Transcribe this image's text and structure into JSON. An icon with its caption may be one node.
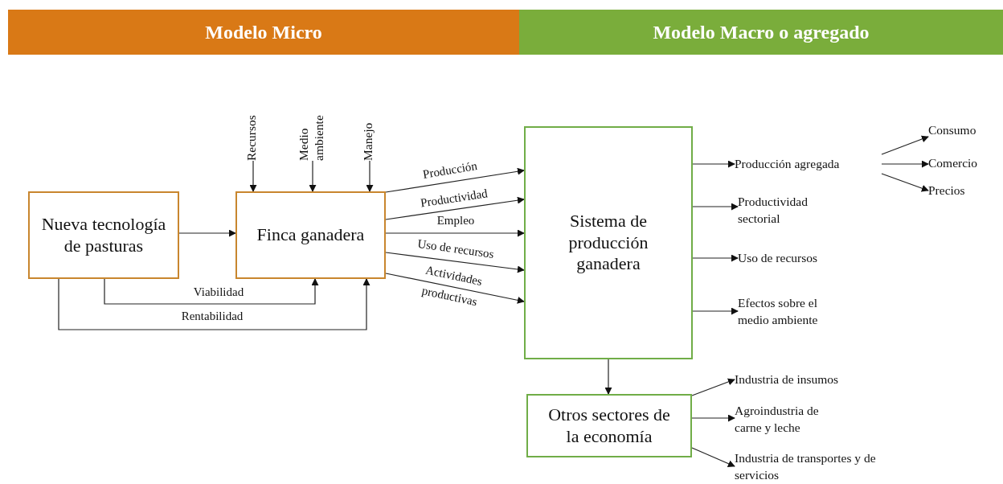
{
  "diagram": {
    "nodes": [
      {
        "text": [
          "Modelo Micro"
        ]
      },
      {
        "text": [
          "Modelo Macro o agregado"
        ]
      },
      {
        "text": [
          "Nueva tecnología de pasturas"
        ]
      },
      {
        "text": [
          "Finca ganadera"
        ]
      },
      {
        "text": [
          "Sistema de producción ganadera"
        ]
      },
      {
        "text": [
          "Otros sectores de la economía"
        ]
      },
      {
        "text": [
          "Recursos"
        ]
      },
      {
        "text": [
          "Medio ambiente"
        ]
      },
      {
        "text": [
          "Manejo"
        ]
      },
      {
        "text": [
          "Producción agregada"
        ]
      },
      {
        "text": [
          "Productividad sectorial"
        ]
      },
      {
        "text": [
          "Uso de recursos"
        ]
      },
      {
        "text": [
          "Efectos sobre el medio ambiente"
        ]
      },
      {
        "text": [
          "Consumo"
        ]
      },
      {
        "text": [
          "Comercio"
        ]
      },
      {
        "text": [
          "Precios"
        ]
      },
      {
        "text": [
          "Industria de insumos"
        ]
      },
      {
        "text": [
          "Agroindustria de carne y leche"
        ]
      },
      {
        "text": [
          "Industria de transportes y de servicios"
        ]
      }
    ],
    "edges": [
      {
        "from": 6,
        "to": 3,
        "arrow": "to"
      },
      {
        "from": 7,
        "to": 3,
        "arrow": "to"
      },
      {
        "from": 8,
        "to": 3,
        "arrow": "to"
      },
      {
        "from": 2,
        "to": 3,
        "arrow": "to"
      },
      {
        "from": 2,
        "to": 3,
        "label": "Viabilidad",
        "arrow": "to"
      },
      {
        "from": 2,
        "to": 3,
        "label": "Rentabilidad",
        "arrow": "to"
      },
      {
        "from": 3,
        "to": 4,
        "label": "Producción",
        "arrow": "to"
      },
      {
        "from": 3,
        "to": 4,
        "label": "Productividad",
        "arrow": "to"
      },
      {
        "from": 3,
        "to": 4,
        "label": "Empleo",
        "arrow": "to"
      },
      {
        "from": 3,
        "to": 4,
        "label": "Uso de recursos",
        "arrow": "to"
      },
      {
        "from": 3,
        "to": 4,
        "label": "Actividades productivas",
        "arrow": "to"
      },
      {
        "from": 4,
        "to": 9,
        "arrow": "to"
      },
      {
        "from": 4,
        "to": 10,
        "arrow": "to"
      },
      {
        "from": 4,
        "to": 11,
        "arrow": "to"
      },
      {
        "from": 4,
        "to": 12,
        "arrow": "to"
      },
      {
        "from": 9,
        "to": 13,
        "arrow": "to"
      },
      {
        "from": 9,
        "to": 14,
        "arrow": "to"
      },
      {
        "from": 9,
        "to": 15,
        "arrow": "to"
      },
      {
        "from": 4,
        "to": 5,
        "arrow": "to"
      },
      {
        "from": 5,
        "to": 16,
        "arrow": "to"
      },
      {
        "from": 5,
        "to": 17,
        "arrow": "to"
      },
      {
        "from": 5,
        "to": 18,
        "arrow": "to"
      }
    ]
  }
}
